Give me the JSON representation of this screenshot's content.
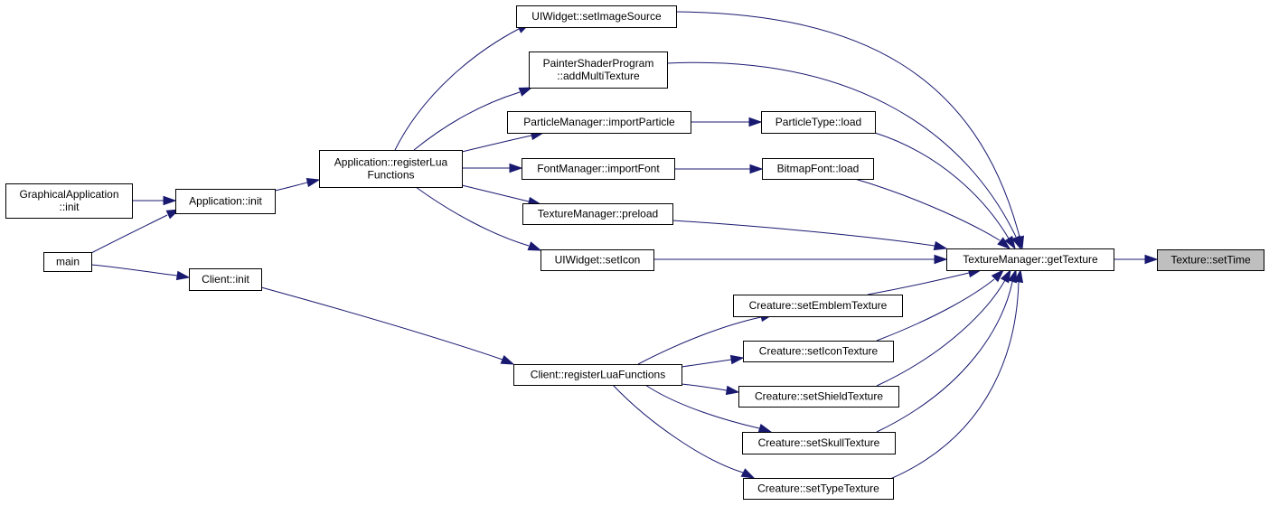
{
  "edge_color": "#191970",
  "highlight_fill": "#bfbfbf",
  "nodes": {
    "graphical_app_init": {
      "lines": [
        "GraphicalApplication",
        "::init"
      ]
    },
    "main": {
      "lines": [
        "main"
      ]
    },
    "application_init": {
      "lines": [
        "Application::init"
      ]
    },
    "client_init": {
      "lines": [
        "Client::init"
      ]
    },
    "app_register_lua": {
      "lines": [
        "Application::registerLua",
        "Functions"
      ]
    },
    "client_register_lua": {
      "lines": [
        "Client::registerLuaFunctions"
      ]
    },
    "uiwidget_set_image_source": {
      "lines": [
        "UIWidget::setImageSource"
      ]
    },
    "painter_add_multi_texture": {
      "lines": [
        "PainterShaderProgram",
        "::addMultiTexture"
      ]
    },
    "particle_import": {
      "lines": [
        "ParticleManager::importParticle"
      ]
    },
    "font_import": {
      "lines": [
        "FontManager::importFont"
      ]
    },
    "texture_preload": {
      "lines": [
        "TextureManager::preload"
      ]
    },
    "uiwidget_set_icon": {
      "lines": [
        "UIWidget::setIcon"
      ]
    },
    "particle_type_load": {
      "lines": [
        "ParticleType::load"
      ]
    },
    "bitmap_font_load": {
      "lines": [
        "BitmapFont::load"
      ]
    },
    "texture_get": {
      "lines": [
        "TextureManager::getTexture"
      ]
    },
    "texture_set_time": {
      "lines": [
        "Texture::setTime"
      ]
    },
    "creature_emblem": {
      "lines": [
        "Creature::setEmblemTexture"
      ]
    },
    "creature_icon": {
      "lines": [
        "Creature::setIconTexture"
      ]
    },
    "creature_shield": {
      "lines": [
        "Creature::setShieldTexture"
      ]
    },
    "creature_skull": {
      "lines": [
        "Creature::setSkullTexture"
      ]
    },
    "creature_type": {
      "lines": [
        "Creature::setTypeTexture"
      ]
    }
  }
}
